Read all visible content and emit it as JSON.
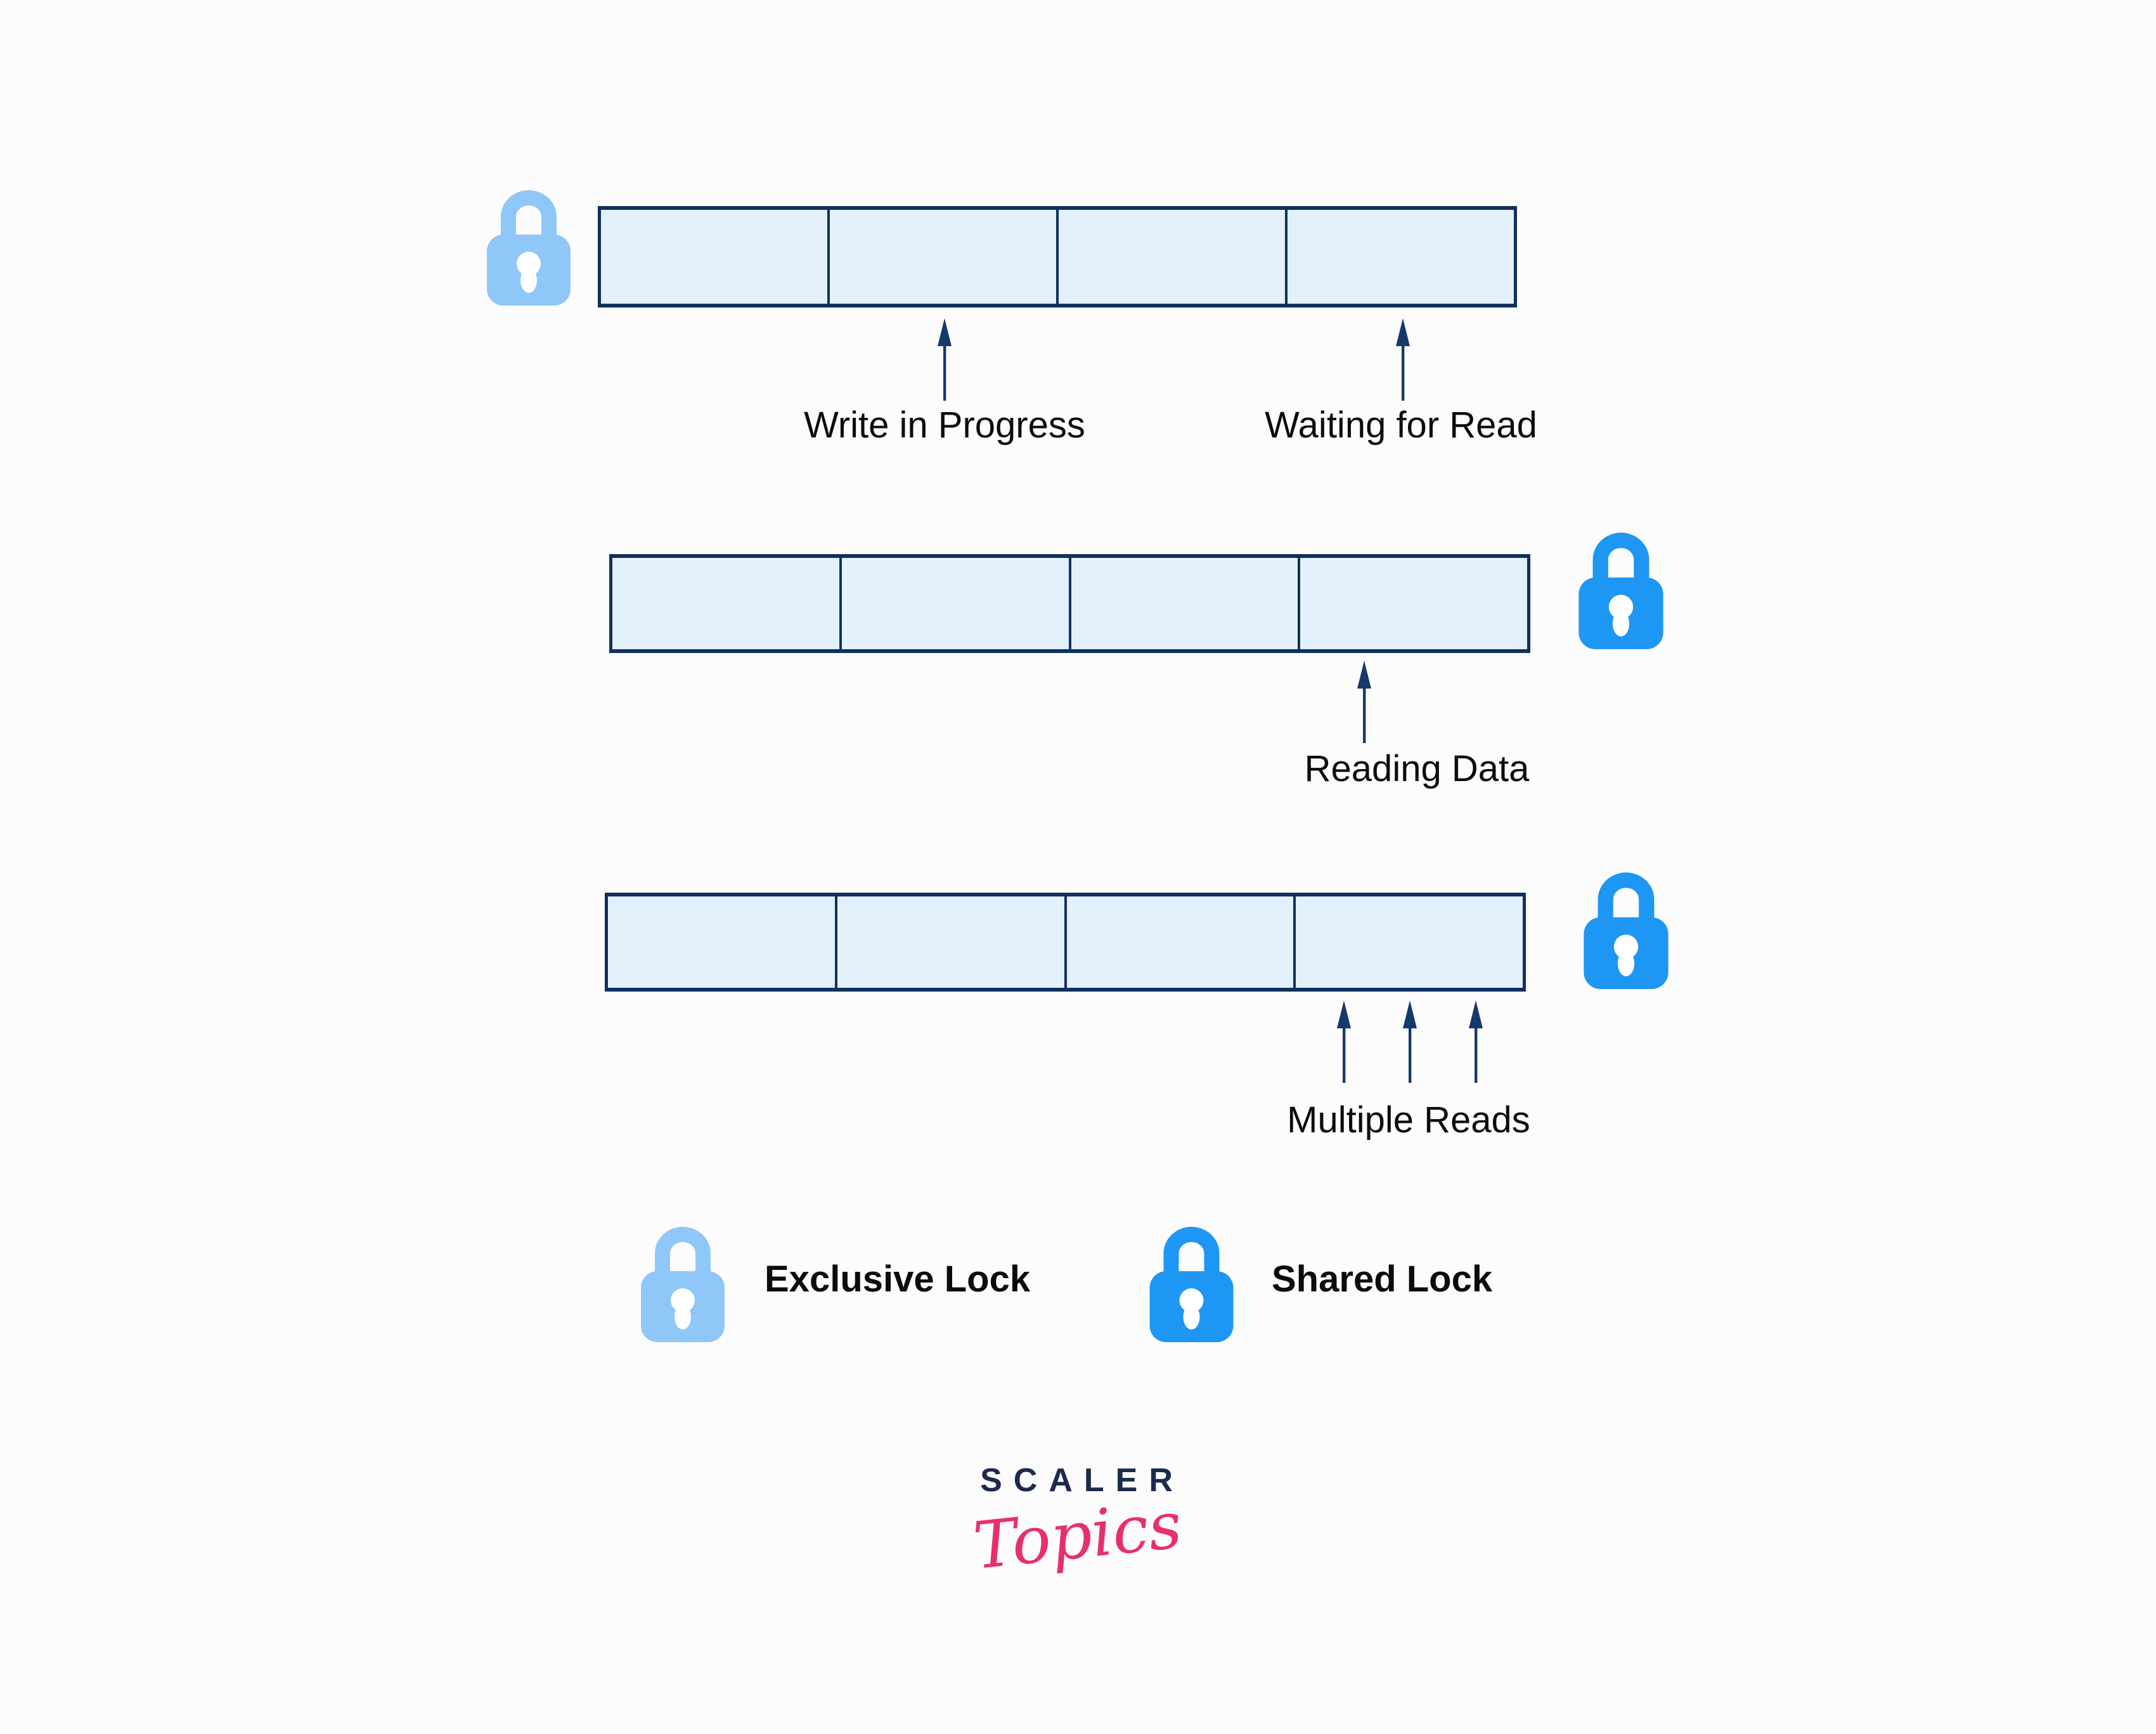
{
  "colors": {
    "bg": "#fdfcfc",
    "bar_fill": "#e3f1fc",
    "bar_border": "#10305e",
    "arrow": "#16396b",
    "exclusive_lock": "#8fc7f8",
    "shared_lock": "#1e96f3",
    "label_text": "#0c0c0c",
    "logo_navy": "#1b2b4d",
    "logo_pink": "#e82f6c"
  },
  "rows": [
    {
      "id": "exclusive-write-row",
      "lock_type": "exclusive",
      "lock_side": "left",
      "cell_count": 4,
      "annotations": [
        {
          "label": "Write in Progress",
          "points_to": "cell-2"
        },
        {
          "label": "Waiting for Read",
          "points_to": "cell-4"
        }
      ]
    },
    {
      "id": "shared-read-row",
      "lock_type": "shared",
      "lock_side": "right",
      "cell_count": 4,
      "annotations": [
        {
          "label": "Reading Data",
          "points_to": "cell-4"
        }
      ]
    },
    {
      "id": "shared-multiple-read-row",
      "lock_type": "shared",
      "lock_side": "right",
      "cell_count": 4,
      "annotations": [
        {
          "label": "Multiple Reads",
          "points_to": "cell-4",
          "arrow_count": 3
        }
      ]
    }
  ],
  "legend": {
    "items": [
      {
        "icon": "exclusive-lock-icon",
        "label": "Exclusive Lock",
        "color": "#8fc7f8"
      },
      {
        "icon": "shared-lock-icon",
        "label": "Shared Lock",
        "color": "#1e96f3"
      }
    ]
  },
  "logo": {
    "brand": "SCALER",
    "sub": "Topics"
  }
}
